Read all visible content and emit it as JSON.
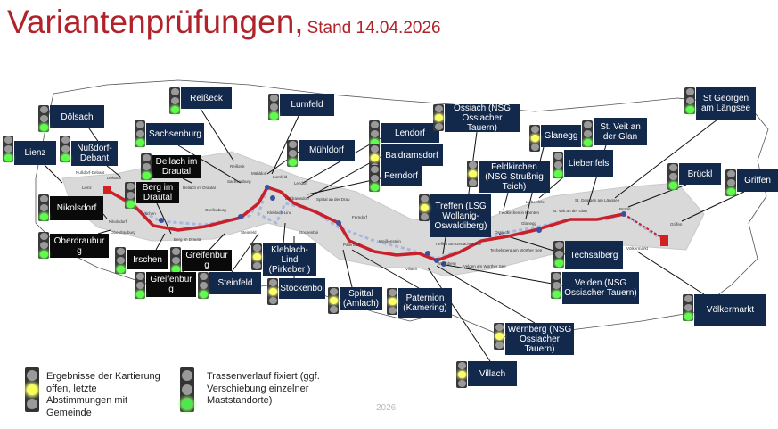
{
  "title": {
    "main": "Variantenprüfungen,",
    "stand": "Stand 14.04.2026"
  },
  "colors": {
    "title": "#b0232a",
    "route": "#c8212b",
    "box_navy": "#13294b",
    "box_black": "#0a0a0a",
    "green": "#5cff4a",
    "yellow": "#fbff66",
    "alt_route": "#a9b7e0"
  },
  "stations": [
    {
      "label": "Dölsach",
      "light": "green",
      "theme": "navy"
    },
    {
      "label": "Lienz",
      "light": "green",
      "theme": "navy"
    },
    {
      "label": "Nußdorf-Debant",
      "light": "green",
      "theme": "navy"
    },
    {
      "label": "Reißeck",
      "light": "green",
      "theme": "navy"
    },
    {
      "label": "Sachsenburg",
      "light": "green",
      "theme": "navy"
    },
    {
      "label": "Dellach im Drautal",
      "light": "green",
      "theme": "black"
    },
    {
      "label": "Berg im Drautal",
      "light": "green",
      "theme": "black"
    },
    {
      "label": "Nikolsdorf",
      "light": "green",
      "theme": "black"
    },
    {
      "label": "Oberdraubur g",
      "light": "green",
      "theme": "black"
    },
    {
      "label": "Irschen",
      "light": "green",
      "theme": "black"
    },
    {
      "label": "Greifenbur g",
      "light": "green",
      "theme": "black"
    },
    {
      "label": "Greifenbur g",
      "light": "green",
      "theme": "black"
    },
    {
      "label": "Steinfeld",
      "light": "green",
      "theme": "navy"
    },
    {
      "label": "Kleblach-Lind (Pirkeber )",
      "light": "yellow",
      "theme": "navy"
    },
    {
      "label": "Lurnfeld",
      "light": "green",
      "theme": "navy"
    },
    {
      "label": "Mühldorf",
      "light": "green",
      "theme": "navy"
    },
    {
      "label": "Lendorf",
      "light": "green",
      "theme": "navy"
    },
    {
      "label": "Baldramsdorf",
      "light": "yellow",
      "theme": "navy"
    },
    {
      "label": "Ferndorf",
      "light": "green",
      "theme": "navy"
    },
    {
      "label": "Ossiach (NSG Ossiacher Tauern)",
      "light": "yellow",
      "theme": "navy"
    },
    {
      "label": "Treffen (LSG Wollanig-Oswaldiberg)",
      "light": "yellow",
      "theme": "navy"
    },
    {
      "label": "Feldkirchen (NSG Strußnig Teich)",
      "light": "yellow",
      "theme": "navy"
    },
    {
      "label": "Glanegg",
      "light": "yellow",
      "theme": "navy"
    },
    {
      "label": "St. Veit an der Glan",
      "light": "green",
      "theme": "navy"
    },
    {
      "label": "Liebenfels",
      "light": "green",
      "theme": "navy"
    },
    {
      "label": "St Georgen am Längsee",
      "light": "green",
      "theme": "navy"
    },
    {
      "label": "Brückl",
      "light": "green",
      "theme": "navy"
    },
    {
      "label": "Griffen",
      "light": "green",
      "theme": "navy"
    },
    {
      "label": "Techsalberg",
      "light": "green",
      "theme": "navy"
    },
    {
      "label": "Velden (NSG Ossiacher Tauern)",
      "light": "green",
      "theme": "navy"
    },
    {
      "label": "Völkermarkt",
      "light": "green",
      "theme": "navy"
    },
    {
      "label": "Stockenboi",
      "light": "yellow",
      "theme": "navy"
    },
    {
      "label": "Spittal (Amlach)",
      "light": "yellow",
      "theme": "navy"
    },
    {
      "label": "Paternion (Kamering)",
      "light": "yellow",
      "theme": "navy"
    },
    {
      "label": "Wernberg (NSG Ossiacher Tauern)",
      "light": "yellow",
      "theme": "navy"
    },
    {
      "label": "Villach",
      "light": "yellow",
      "theme": "navy"
    }
  ],
  "map_labels": [
    "Nußdorf-Debant",
    "Lienz",
    "Dölsach",
    "Nikolsdorf",
    "Oberdrauburg",
    "Irschen",
    "Dellach im Drautal",
    "Greifenburg",
    "Berg im Drautal",
    "Reißeck",
    "Mühldorf",
    "Sachsenburg",
    "Steinfeld",
    "Lurnfeld",
    "Lendorf",
    "Baldramsdorf",
    "Kleblach-Lind",
    "Spittal an der Drau",
    "Ferndorf",
    "Stockenboi",
    "Paternion",
    "Weißenstein",
    "Treffen am Ossiacher See",
    "Villach",
    "Ossiach",
    "Wernberg",
    "Feldkirchen in Kärnten",
    "Techelsberg am Wörther See",
    "Velden am Wörther See",
    "Glanegg",
    "Liebenfels",
    "St. Veit an der Glan",
    "St. Georgen am Längsee",
    "Brückl",
    "Griffen",
    "Völkermarkt"
  ],
  "legend": [
    {
      "light": "yellow",
      "text": "Ergebnisse der Kartierung offen, letzte Abstimmungen mit Gemeinde"
    },
    {
      "light": "green",
      "text": "Trassenverlauf fixiert (ggf. Verschiebung einzelner Maststandorte)"
    }
  ],
  "watermark": "2026"
}
